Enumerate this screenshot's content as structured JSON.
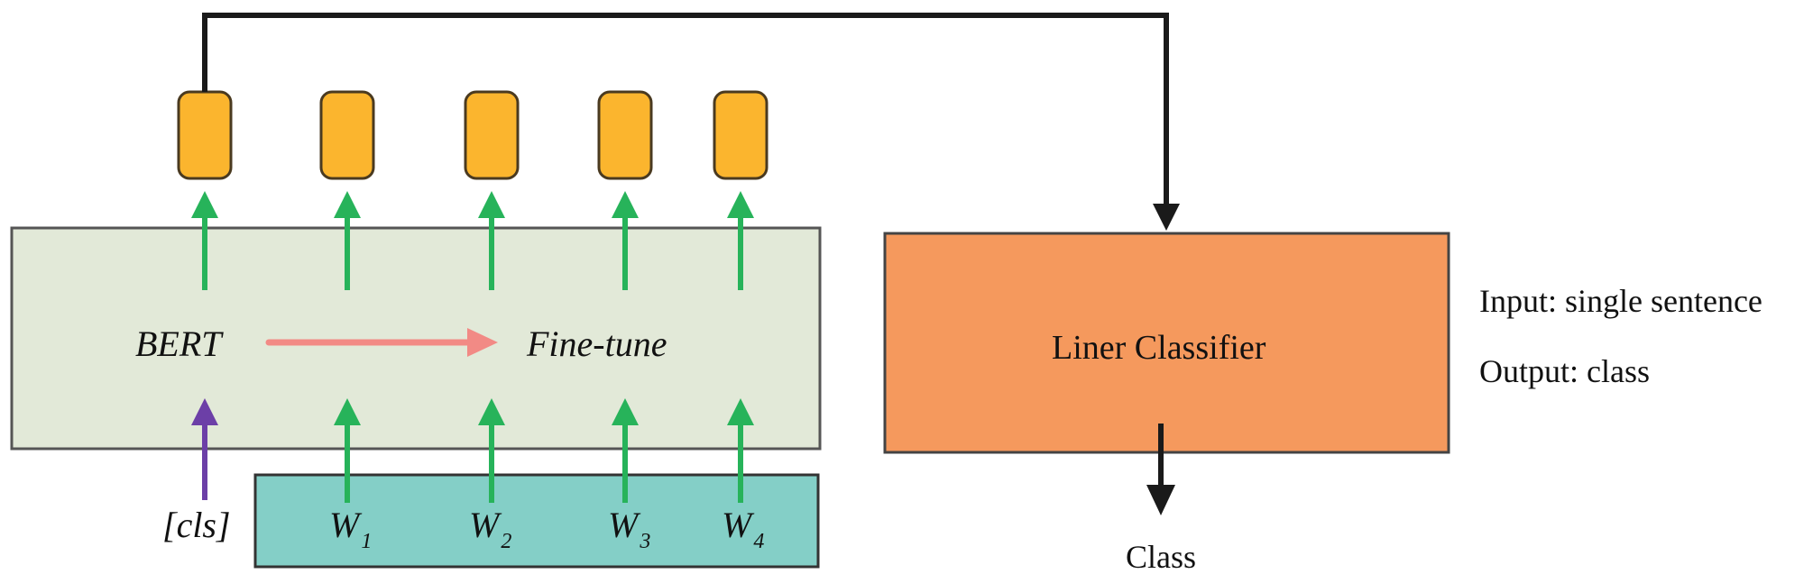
{
  "diagram": {
    "title": "BERT fine-tuning for single sentence classification",
    "encoder": {
      "label_left": "BERT",
      "label_right": "Fine-tune",
      "fill": "#e2e9d8"
    },
    "input_tokens": {
      "cls": "[cls]",
      "words": [
        {
          "base": "W",
          "sub": "1"
        },
        {
          "base": "W",
          "sub": "2"
        },
        {
          "base": "W",
          "sub": "3"
        },
        {
          "base": "W",
          "sub": "4"
        }
      ],
      "fill": "#84cfc7"
    },
    "output_tokens": {
      "count": 5,
      "fill": "#fbb52e"
    },
    "classifier": {
      "label": "Liner Classifier",
      "fill": "#f5995d",
      "output_label": "Class"
    },
    "notes": {
      "input": "Input: single sentence",
      "output": "Output: class"
    },
    "colors": {
      "green_arrow": "#27b35a",
      "purple_arrow": "#6c3fa7",
      "pink_arrow": "#f28a85",
      "black_line": "#1a1a1a"
    }
  }
}
